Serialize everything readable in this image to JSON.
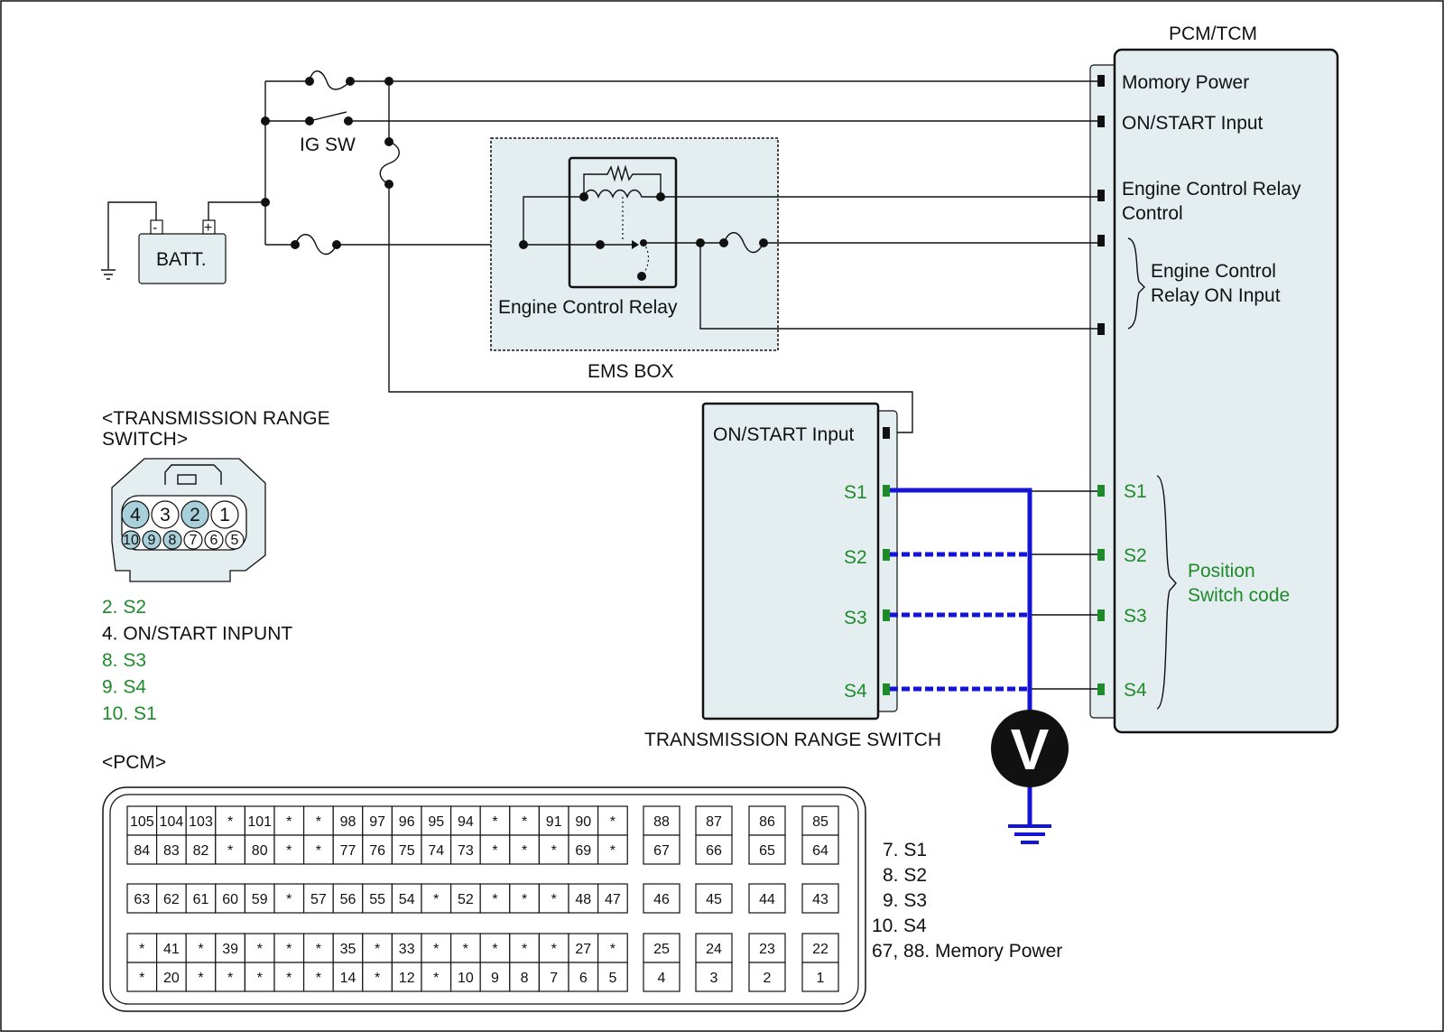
{
  "colors": {
    "background": "#ffffff",
    "box_fill": "#e4eef0",
    "signal_green": "#1f8a2a",
    "probe_blue": "#1414d8",
    "wire": "#111111",
    "pin_highlight": "#a8d0da"
  },
  "battery": {
    "label": "BATT.",
    "neg": "-",
    "pos": "+"
  },
  "ig_switch": {
    "label": "IG SW"
  },
  "ems_box": {
    "label": "EMS BOX",
    "relay_label": "Engine Control Relay"
  },
  "pcm_tcm": {
    "title": "PCM/TCM",
    "pins": {
      "memory_power": "Momory Power",
      "on_start": "ON/START Input",
      "ecr_control_1": "Engine Control Relay",
      "ecr_control_2": "Control",
      "ecr_on_1": "Engine Control",
      "ecr_on_2": "Relay ON Input",
      "s1": "S1",
      "s2": "S2",
      "s3": "S3",
      "s4": "S4"
    },
    "position_code_1": "Position",
    "position_code_2": "Switch code"
  },
  "trs": {
    "label": "TRANSMISSION RANGE SWITCH",
    "on_start": "ON/START Input",
    "s1": "S1",
    "s2": "S2",
    "s3": "S3",
    "s4": "S4"
  },
  "voltmeter": {
    "label": "V"
  },
  "trs_connector": {
    "title_1": "<TRANSMISSION RANGE",
    "title_2": "SWITCH>",
    "top_pins": [
      "4",
      "3",
      "2",
      "1"
    ],
    "top_highlight": [
      true,
      false,
      true,
      false
    ],
    "bottom_pins": [
      "10",
      "9",
      "8",
      "7",
      "6",
      "5"
    ],
    "bottom_highlight": [
      true,
      true,
      true,
      false,
      false,
      false
    ],
    "legend": [
      {
        "text": "2. S2",
        "color": "green"
      },
      {
        "text": "4. ON/START INPUNT",
        "color": "black"
      },
      {
        "text": "8. S3",
        "color": "green"
      },
      {
        "text": "9. S4",
        "color": "green"
      },
      {
        "text": "10. S1",
        "color": "green"
      }
    ]
  },
  "pcm_connector": {
    "title": "<PCM>",
    "row1": [
      "105",
      "104",
      "103",
      "*",
      "101",
      "*",
      "*",
      "98",
      "97",
      "96",
      "95",
      "94",
      "*",
      "*",
      "91",
      "90",
      "*"
    ],
    "row2": [
      "84",
      "83",
      "82",
      "*",
      "80",
      "*",
      "*",
      "77",
      "76",
      "75",
      "74",
      "73",
      "*",
      "*",
      "*",
      "69",
      "*"
    ],
    "row3": [
      "63",
      "62",
      "61",
      "60",
      "59",
      "*",
      "57",
      "56",
      "55",
      "54",
      "*",
      "52",
      "*",
      "*",
      "*",
      "48",
      "47"
    ],
    "row4": [
      "*",
      "41",
      "*",
      "39",
      "*",
      "*",
      "*",
      "35",
      "*",
      "33",
      "*",
      "*",
      "*",
      "*",
      "*",
      "27",
      "*"
    ],
    "row5": [
      "*",
      "20",
      "*",
      "*",
      "*",
      "*",
      "*",
      "14",
      "*",
      "12",
      "*",
      "10",
      "9",
      "8",
      "7",
      "6",
      "5"
    ],
    "right_a_top": [
      "88",
      "87",
      "86",
      "85"
    ],
    "right_a_bot": [
      "67",
      "66",
      "65",
      "64"
    ],
    "right_b": [
      "46",
      "45",
      "44",
      "43"
    ],
    "right_c_top": [
      "25",
      "24",
      "23",
      "22"
    ],
    "right_c_bot": [
      "4",
      "3",
      "2",
      "1"
    ],
    "legend": [
      "7. S1",
      "8. S2",
      "9. S3",
      "10. S4",
      "67, 88. Memory Power"
    ]
  }
}
